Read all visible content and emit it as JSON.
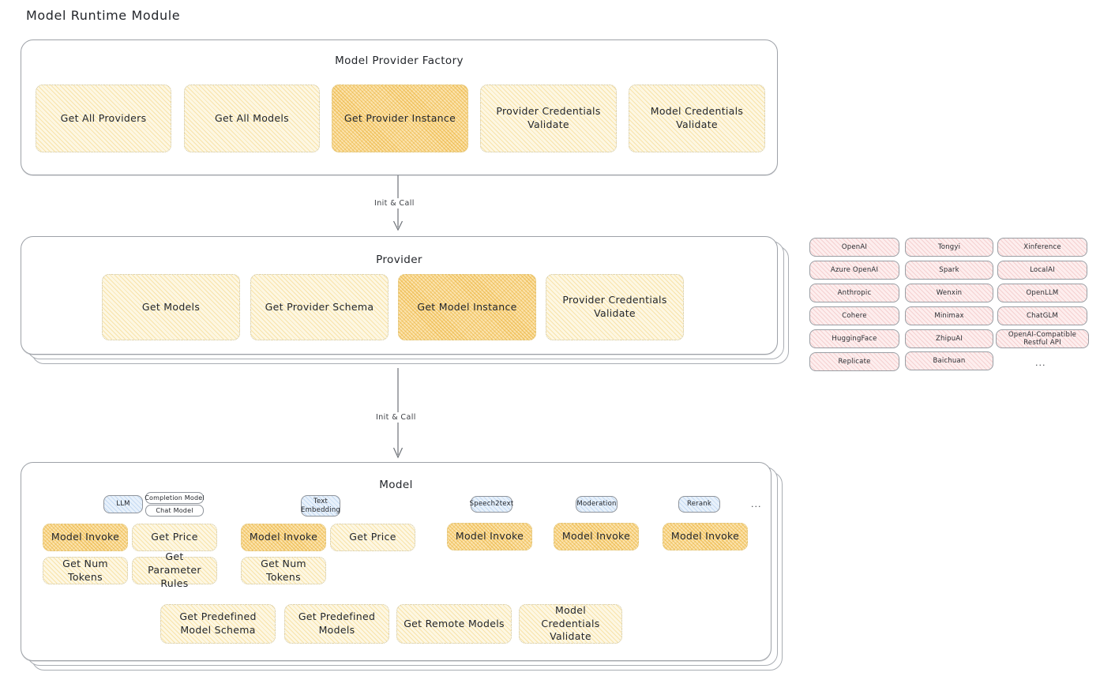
{
  "title": "Model Runtime Module",
  "panels": {
    "factory": {
      "title": "Model Provider Factory",
      "boxes": [
        {
          "label": "Get All Providers",
          "highlight": false
        },
        {
          "label": "Get All Models",
          "highlight": false
        },
        {
          "label": "Get Provider Instance",
          "highlight": true
        },
        {
          "label": "Provider Credentials Validate",
          "highlight": false
        },
        {
          "label": "Model Credentials Validate",
          "highlight": false
        }
      ]
    },
    "provider": {
      "title": "Provider",
      "boxes": [
        {
          "label": "Get Models",
          "highlight": false
        },
        {
          "label": "Get Provider Schema",
          "highlight": false
        },
        {
          "label": "Get Model Instance",
          "highlight": true
        },
        {
          "label": "Provider Credentials Validate",
          "highlight": false
        }
      ]
    },
    "model": {
      "title": "Model",
      "model_types": [
        {
          "name": "LLM",
          "subtypes": [
            "Completion Model",
            "Chat Model"
          ],
          "boxes": [
            {
              "label": "Model Invoke",
              "highlight": true
            },
            {
              "label": "Get Price",
              "highlight": false
            },
            {
              "label": "Get Num Tokens",
              "highlight": false
            },
            {
              "label": "Get Parameter Rules",
              "highlight": false
            }
          ]
        },
        {
          "name": "Text Embedding",
          "subtypes": [],
          "boxes": [
            {
              "label": "Model Invoke",
              "highlight": true
            },
            {
              "label": "Get Price",
              "highlight": false
            },
            {
              "label": "Get Num Tokens",
              "highlight": false
            }
          ]
        },
        {
          "name": "Speech2text",
          "subtypes": [],
          "boxes": [
            {
              "label": "Model Invoke",
              "highlight": true
            }
          ]
        },
        {
          "name": "Moderation",
          "subtypes": [],
          "boxes": [
            {
              "label": "Model Invoke",
              "highlight": true
            }
          ]
        },
        {
          "name": "Rerank",
          "subtypes": [],
          "boxes": [
            {
              "label": "Model Invoke",
              "highlight": true
            }
          ]
        }
      ],
      "more_types_mark": "...",
      "common_boxes": [
        {
          "label": "Get Predefined Model Schema"
        },
        {
          "label": "Get Predefined Models"
        },
        {
          "label": "Get Remote Models"
        },
        {
          "label": "Model Credentials Validate"
        }
      ]
    }
  },
  "arrows": [
    {
      "label": "Init & Call"
    },
    {
      "label": "Init & Call"
    }
  ],
  "provider_tags": {
    "columns": [
      [
        "OpenAI",
        "Azure OpenAI",
        "Anthropic",
        "Cohere",
        "HuggingFace",
        "Replicate"
      ],
      [
        "Tongyi",
        "Spark",
        "Wenxin",
        "Minimax",
        "ZhipuAI",
        "Baichuan"
      ],
      [
        "Xinference",
        "LocalAI",
        "OpenLLM",
        "ChatGLM",
        "OpenAI-Compatible Restful API"
      ]
    ],
    "more_mark": "..."
  },
  "colors": {
    "panel_border": "#9ea2a8",
    "box_fill": "#fdf7e3",
    "box_highlight_fill": "#fbe3ad",
    "provider_tag_fill": "#fdeeee",
    "model_chip_fill": "#e8f1fb",
    "text": "#23262b"
  }
}
